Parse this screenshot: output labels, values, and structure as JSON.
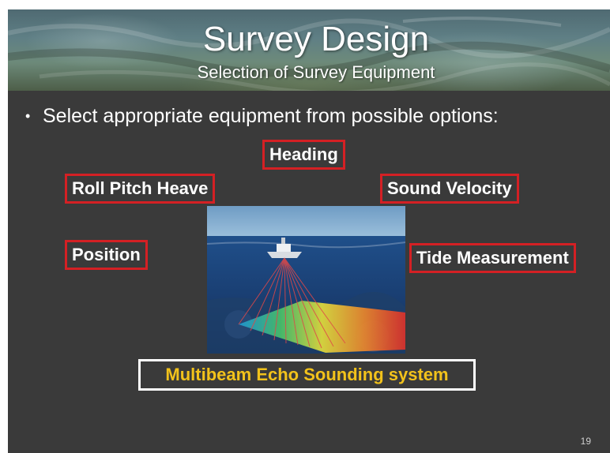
{
  "slide": {
    "title": "Survey Design",
    "subtitle": "Selection of Survey Equipment",
    "bullet_symbol": "•",
    "bullet_text": "Select appropriate equipment from possible options:",
    "labels": {
      "heading": "Heading",
      "roll_pitch_heave": "Roll Pitch Heave",
      "sound_velocity": "Sound Velocity",
      "position": "Position",
      "tide_measurement": "Tide Measurement"
    },
    "system_label": "Multibeam Echo Sounding system",
    "page_number": "19"
  },
  "colors": {
    "background": "#3a3a3a",
    "option_border": "#d42024",
    "system_border": "#ffffff",
    "system_text": "#f2c21b",
    "text": "#ffffff"
  }
}
